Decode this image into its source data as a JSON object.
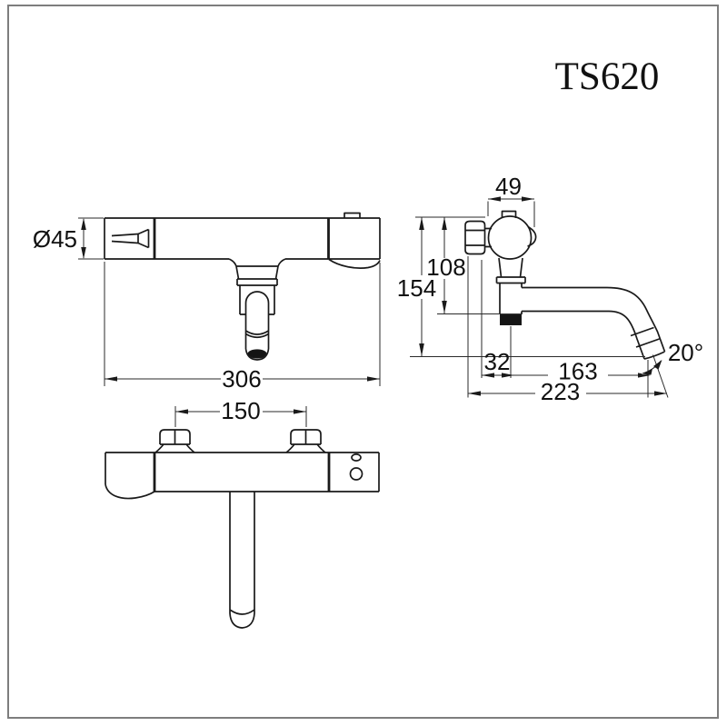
{
  "title": "TS620",
  "colors": {
    "line": "#1a1a1a",
    "background": "#ffffff",
    "frame_border": "#7d7d7d"
  },
  "views": {
    "front": {
      "dims": {
        "diameter": "Ø45",
        "width": "306"
      }
    },
    "side": {
      "dims": {
        "knob_width": "49",
        "height_to_outlet": "108",
        "total_height": "154",
        "wall_to_axis": "32",
        "spout_reach": "163",
        "total_reach": "223",
        "spout_angle": "20°"
      }
    },
    "rear": {
      "dims": {
        "inlet_spacing": "150"
      }
    }
  }
}
